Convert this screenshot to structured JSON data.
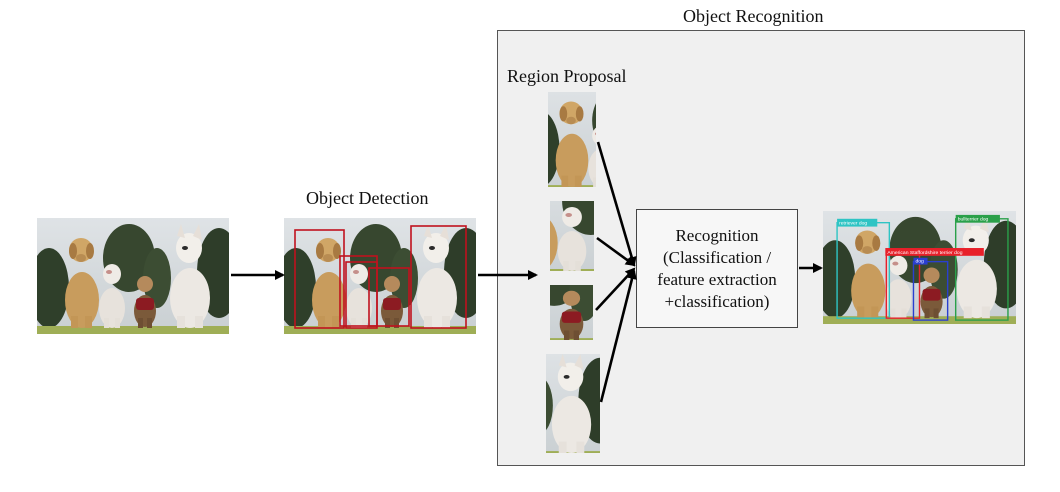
{
  "titles": {
    "object_recognition": "Object Recognition",
    "region_proposal": "Region Proposal",
    "object_detection": "Object Detection"
  },
  "recognition_box": {
    "line1": "Recognition",
    "line2": "(Classification /",
    "line3": "feature extraction",
    "line4": "+classification)"
  },
  "result_labels": {
    "retriever": "retriever dog",
    "bullterrier": "bullterrier dog",
    "staffordshire": "American Staffordshire terrier dog",
    "dog": "dog"
  },
  "colors": {
    "panel_bg": "#f0f0f0",
    "detect_box": "#c0121e",
    "arrow": "#000000",
    "label_cyan": "#2ec4c4",
    "label_green": "#2aa04a",
    "label_red": "#e8202a",
    "label_blue": "#2a3fcf"
  }
}
